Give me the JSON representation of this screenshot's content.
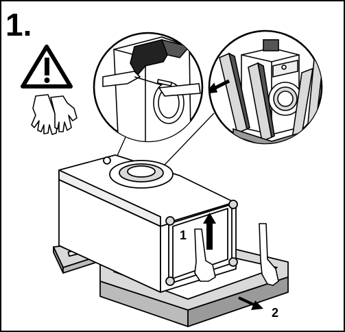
{
  "step": {
    "number": "1."
  },
  "callouts": {
    "lift_label": "1",
    "pull_label": "2"
  },
  "icons": {
    "warning": "warning-triangle-icon",
    "gloves": "protective-gloves-icon"
  },
  "colors": {
    "ink": "#000000",
    "paper": "#ffffff",
    "shade": "#d9d9d9",
    "shade_dark": "#9a9a9a"
  }
}
